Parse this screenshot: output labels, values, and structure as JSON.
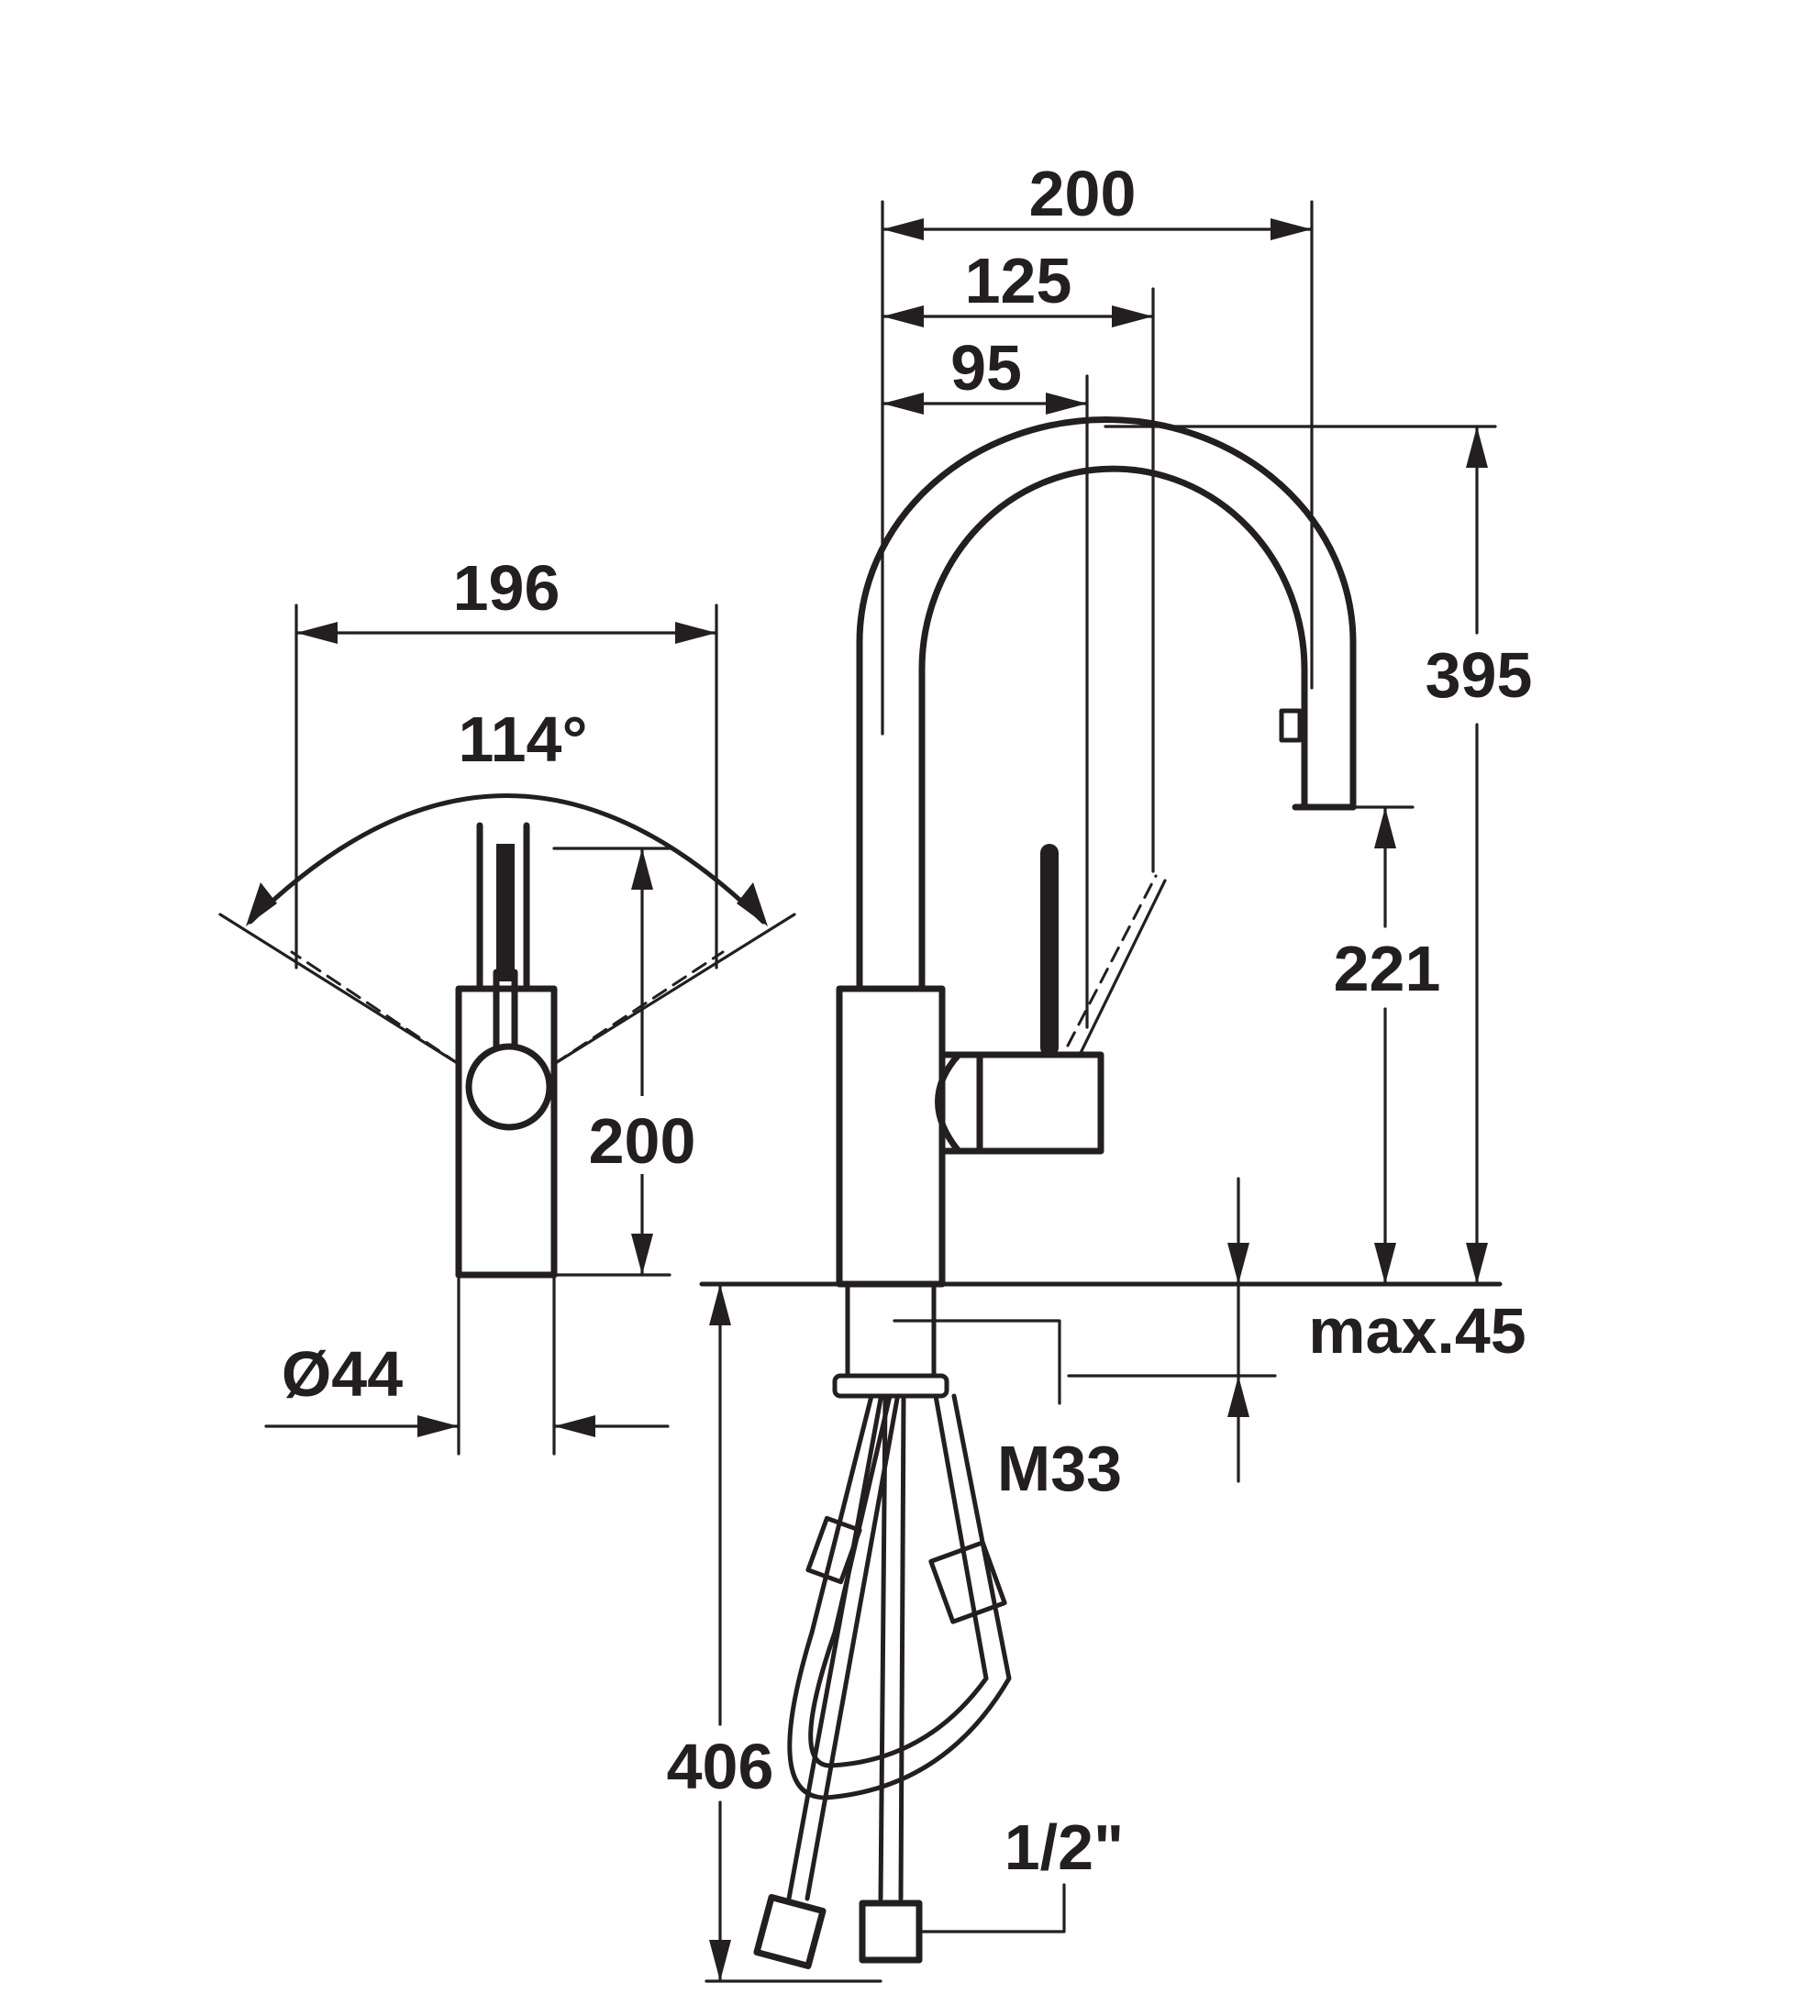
{
  "labels": {
    "width_200": "200",
    "reach_125": "125",
    "reach_95": "95",
    "height_395": "395",
    "spout_height_221": "221",
    "swivel_width_196": "196",
    "swivel_angle": "114°",
    "lever_height_200": "200",
    "diameter": "Ø44",
    "max_thickness": "max.45",
    "thread": "M33",
    "hose_length_406": "406",
    "connection": "1/2\""
  }
}
